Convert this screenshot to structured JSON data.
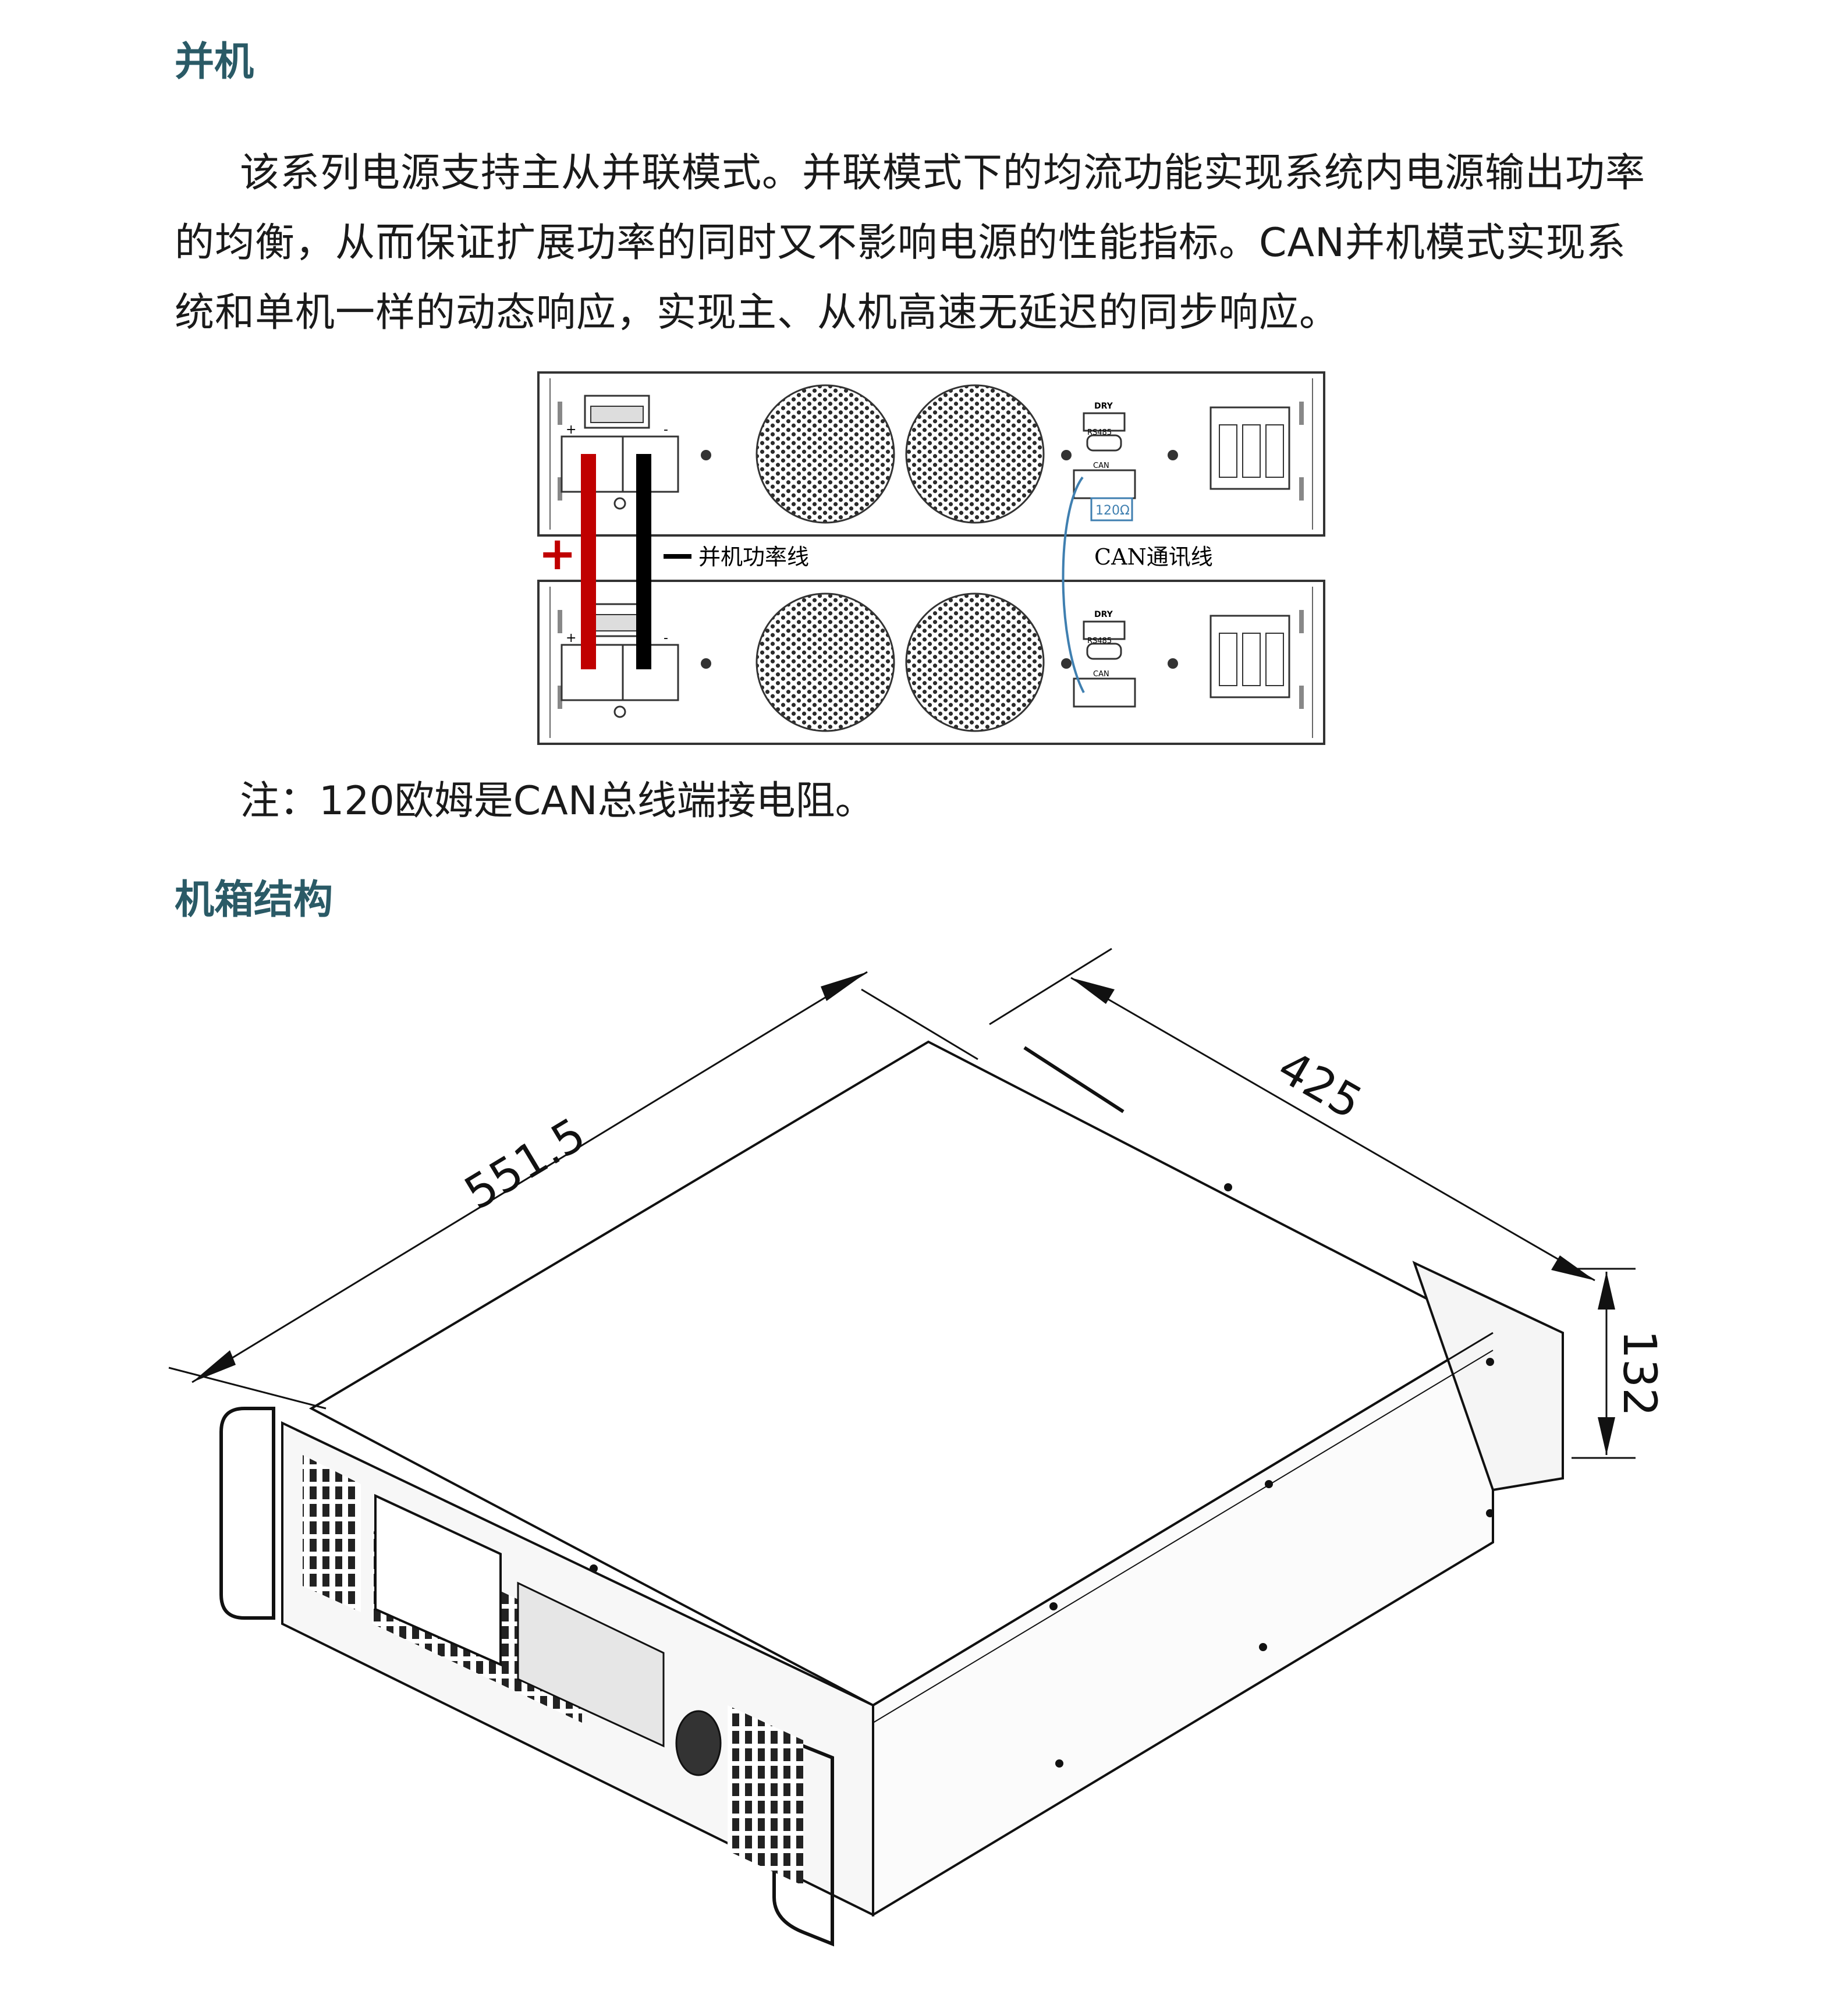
{
  "section_parallel": {
    "heading": "并机",
    "paragraph": "该系列电源支持主从并联模式。并联模式下的均流功能实现系统内电源输出功率的均衡，从而保证扩展功率的同时又不影响电源的性能指标。CAN并机模式实现系统和单机一样的动态响应，实现主、从机高速无延迟的同步响应。",
    "diagram": {
      "plus_sign": "+",
      "power_line_label": "并机功率线",
      "can_line_label": "CAN通讯线",
      "resistor_label": "120Ω",
      "port_dry": "DRY",
      "port_rs485": "RS485",
      "port_can": "CAN",
      "terminal_plus": "+",
      "terminal_minus": "-",
      "red_cable_color": "#c00000",
      "black_cable_color": "#000000",
      "can_cable_color": "#3f7fb0"
    },
    "note": "注：120欧姆是CAN总线端接电阻。"
  },
  "section_chassis": {
    "heading": "机箱结构",
    "dimensions": {
      "length": "551.5",
      "width": "425",
      "height": "132"
    }
  }
}
